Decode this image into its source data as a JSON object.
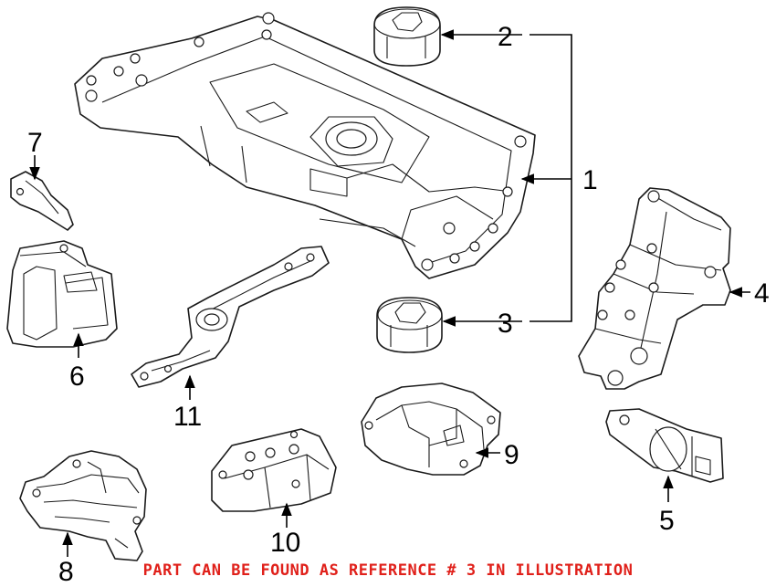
{
  "diagram": {
    "callouts": [
      {
        "id": "1",
        "text": "1"
      },
      {
        "id": "2",
        "text": "2"
      },
      {
        "id": "3",
        "text": "3"
      },
      {
        "id": "4",
        "text": "4"
      },
      {
        "id": "5",
        "text": "5"
      },
      {
        "id": "6",
        "text": "6"
      },
      {
        "id": "7",
        "text": "7"
      },
      {
        "id": "8",
        "text": "8"
      },
      {
        "id": "9",
        "text": "9"
      },
      {
        "id": "10",
        "text": "10"
      },
      {
        "id": "11",
        "text": "11"
      }
    ],
    "footnote": "PART CAN BE FOUND AS REFERENCE # 3 IN ILLUSTRATION",
    "colors": {
      "line_art": "#1a1a1a",
      "callout_text": "#000000",
      "footnote": "#e0201a",
      "background": "#ffffff"
    }
  }
}
